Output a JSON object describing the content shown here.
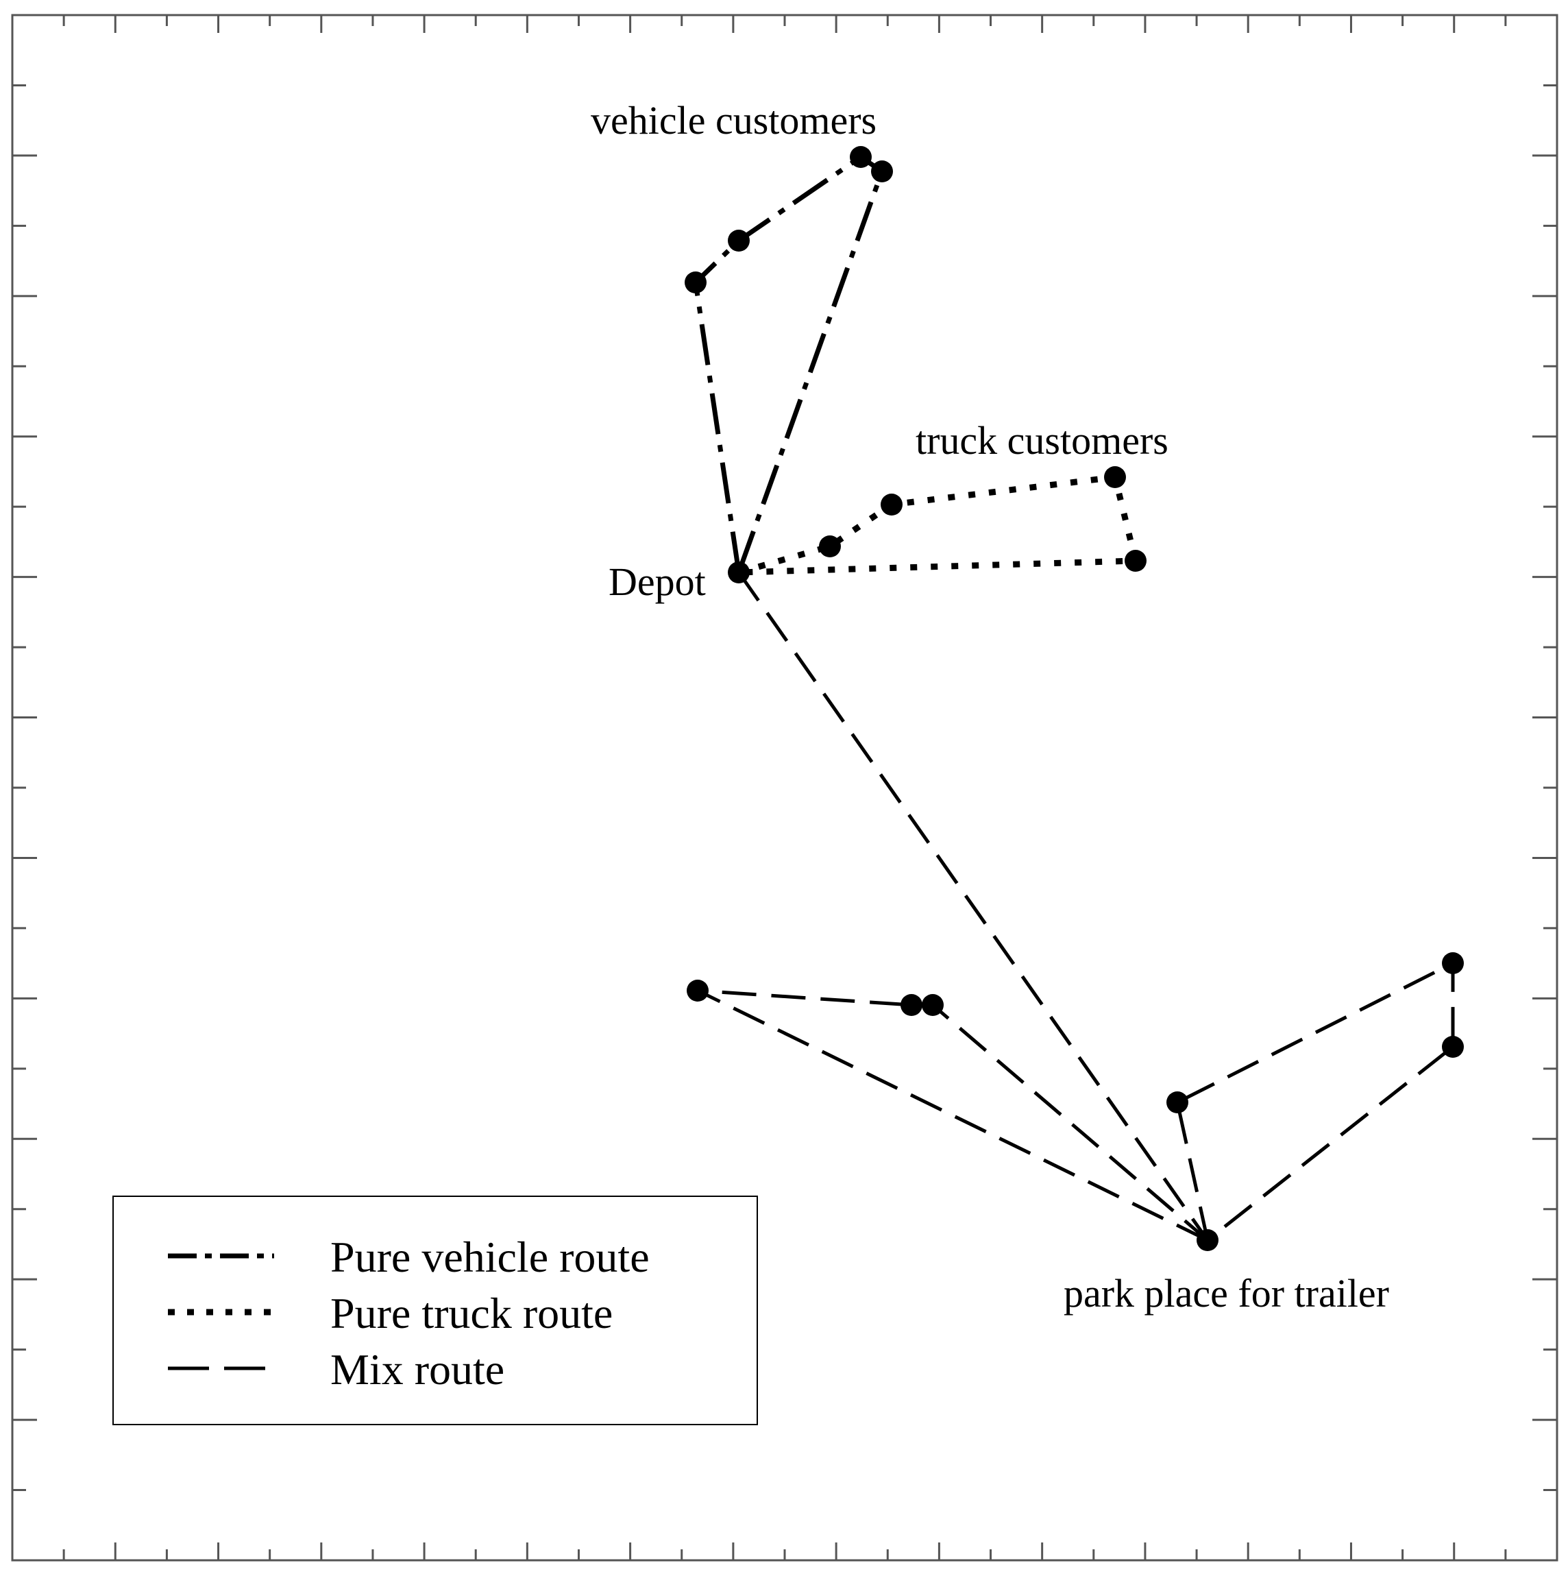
{
  "labels": {
    "vehicle_customers": "vehicle customers",
    "truck_customers": "truck customers",
    "depot": "Depot",
    "park_place": "park place for trailer"
  },
  "legend": {
    "items": [
      {
        "label": "Pure vehicle route",
        "style": "dash-dot"
      },
      {
        "label": "Pure truck route",
        "style": "dotted"
      },
      {
        "label": "Mix route",
        "style": "dashed"
      }
    ]
  },
  "colors": {
    "ink": "#000000",
    "background": "#ffffff",
    "frame": "#555555"
  }
}
